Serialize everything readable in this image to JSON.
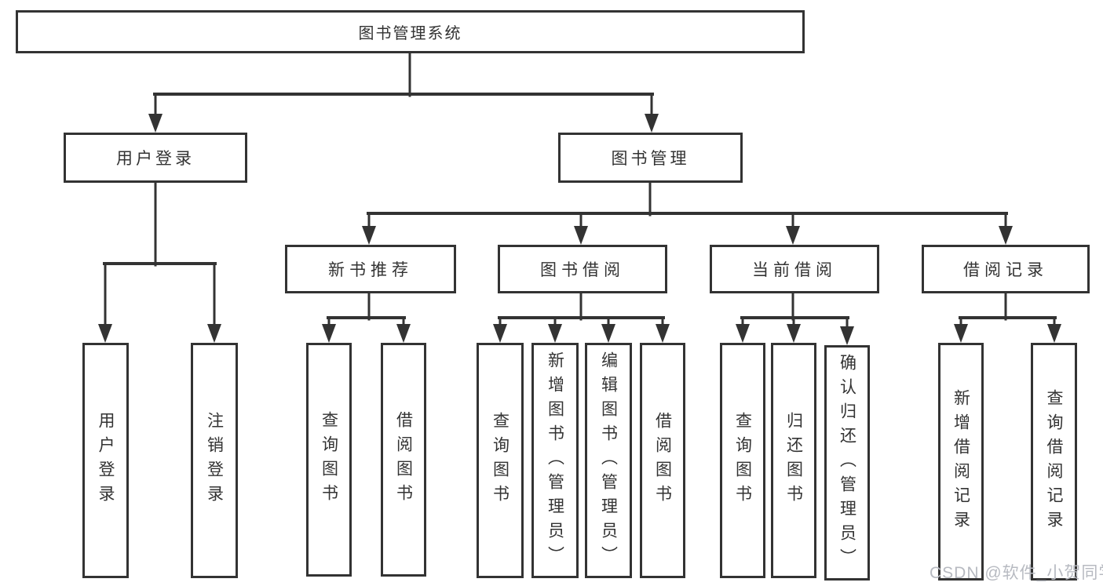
{
  "tree": {
    "label": "图书管理系统",
    "children": [
      {
        "label": "用户登录",
        "children": [
          {
            "label": "用户登录"
          },
          {
            "label": "注销登录"
          }
        ]
      },
      {
        "label": "图书管理",
        "children": [
          {
            "label": "新书推荐",
            "children": [
              {
                "label": "查询图书"
              },
              {
                "label": "借阅图书"
              }
            ]
          },
          {
            "label": "图书借阅",
            "children": [
              {
                "label": "查询图书"
              },
              {
                "label": "新增图书（管理员）"
              },
              {
                "label": "编辑图书（管理员）"
              },
              {
                "label": "借阅图书"
              }
            ]
          },
          {
            "label": "当前借阅",
            "children": [
              {
                "label": "查询图书"
              },
              {
                "label": "归还图书"
              },
              {
                "label": "确认归还（管理员）"
              }
            ]
          },
          {
            "label": "借阅记录",
            "children": [
              {
                "label": "新增借阅记录"
              },
              {
                "label": "查询借阅记录"
              }
            ]
          }
        ]
      }
    ]
  },
  "watermark": "CSDN @软件_小贺同学",
  "colors": {
    "line": "#333333",
    "border": "#333333",
    "text": "#333333",
    "box_bg": "#ffffff",
    "watermark": "#b7bac1"
  }
}
